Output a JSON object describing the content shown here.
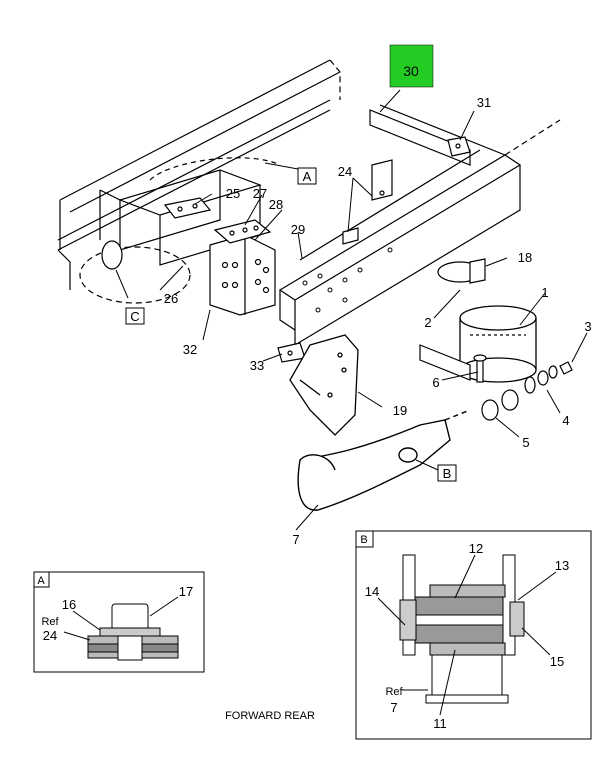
{
  "highlight": {
    "label": "30",
    "color": "#22cc22"
  },
  "callouts": {
    "c1": "1",
    "c2": "2",
    "c3": "3",
    "c4": "4",
    "c5": "5",
    "c6": "6",
    "c7": "7",
    "c18": "18",
    "c19": "19",
    "c24": "24",
    "c25": "25",
    "c26": "26",
    "c27": "27",
    "c28": "28",
    "c29": "29",
    "c31": "31",
    "c32": "32",
    "c33": "33"
  },
  "view_tags": {
    "a": "A",
    "b": "B",
    "c": "C"
  },
  "detail_a": {
    "tag": "A",
    "c16": "16",
    "c17": "17",
    "ref_word": "Ref",
    "ref_num": "24"
  },
  "detail_b": {
    "tag": "B",
    "c11": "11",
    "c12": "12",
    "c13": "13",
    "c14": "14",
    "c15": "15",
    "ref_word": "Ref",
    "ref_num": "7"
  },
  "caption": "FORWARD REAR"
}
